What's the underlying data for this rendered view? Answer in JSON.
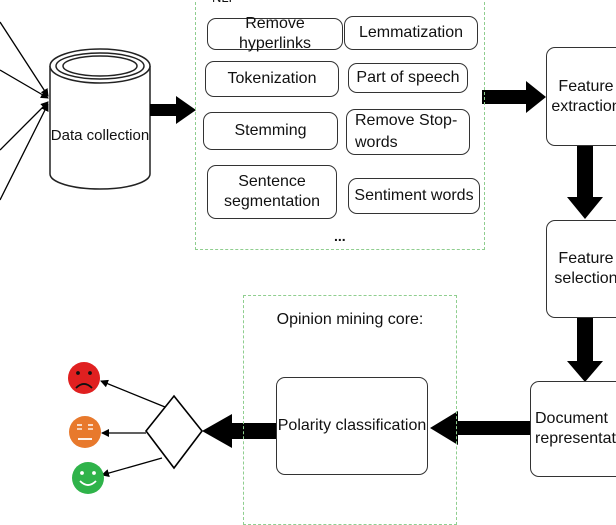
{
  "nlp_panel": {
    "title": "NLP",
    "items": [
      {
        "label": "Remove hyperlinks"
      },
      {
        "label": "Lemmatization"
      },
      {
        "label": "Tokenization"
      },
      {
        "label": "Part of speech"
      },
      {
        "label": "Stemming"
      },
      {
        "label": "Remove Stop-words"
      },
      {
        "label": "Sentence segmentation"
      },
      {
        "label": "Sentiment words"
      }
    ],
    "more": "..."
  },
  "data_collection": {
    "label": "Data collection"
  },
  "pipeline": {
    "feature_extraction": "Feature extraction",
    "feature_selection": "Feature selection",
    "document_representation": "Document representation"
  },
  "opinion_core": {
    "title": "Opinion mining core:",
    "polarity": "Polarity classification"
  },
  "sentiments": [
    {
      "name": "negative",
      "color": "#e02020"
    },
    {
      "name": "neutral",
      "color": "#e8792c"
    },
    {
      "name": "positive",
      "color": "#2fb34a"
    }
  ],
  "colors": {
    "dashed_border": "#8fce8f",
    "arrow": "#000000"
  }
}
